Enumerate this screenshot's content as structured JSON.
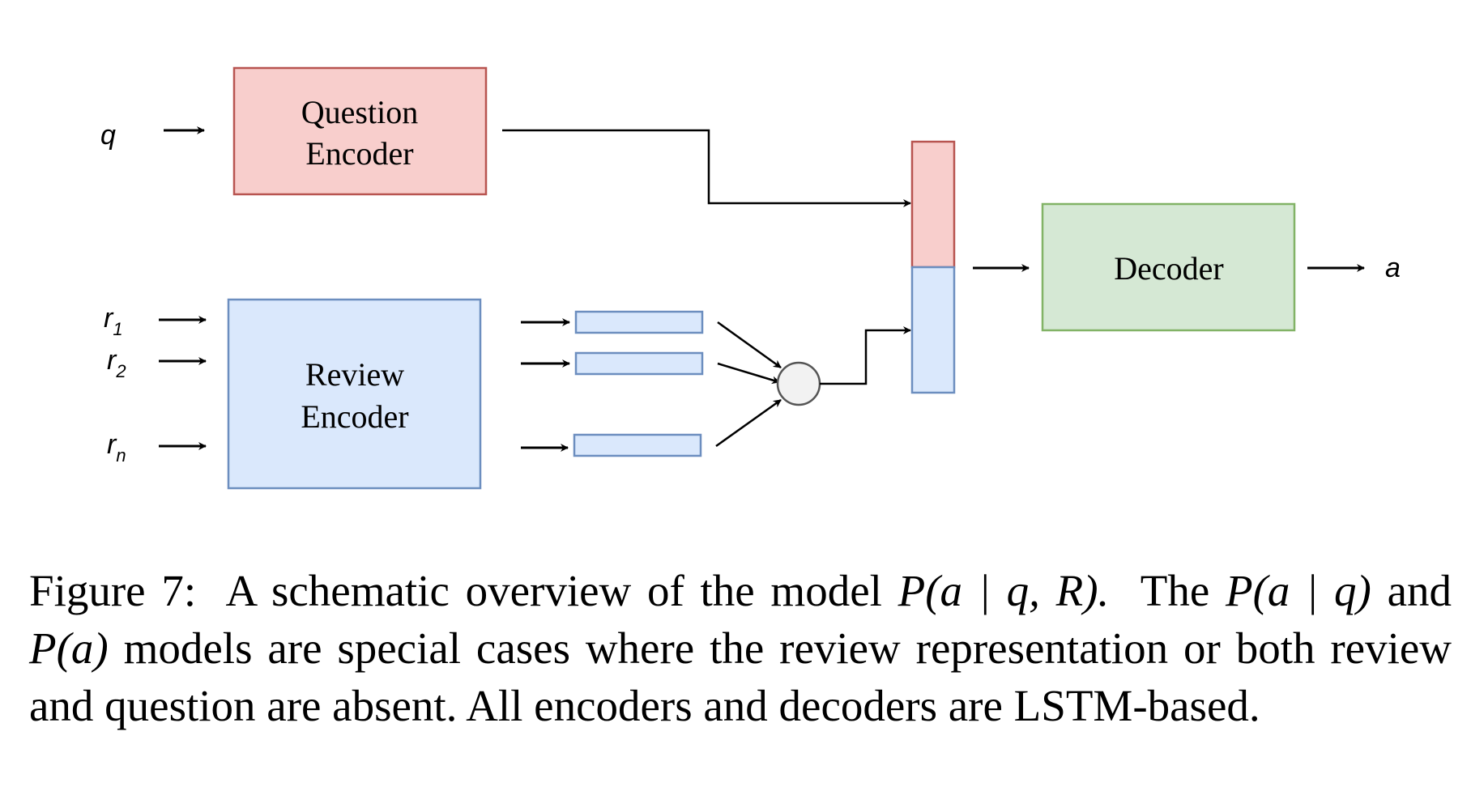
{
  "diagram": {
    "inputs": {
      "q": "q",
      "r1": "r",
      "r1_sub": "1",
      "r2": "r",
      "r2_sub": "2",
      "rn": "r",
      "rn_sub": "n"
    },
    "question_encoder": {
      "line1": "Question",
      "line2": "Encoder"
    },
    "review_encoder": {
      "line1": "Review",
      "line2": "Encoder"
    },
    "decoder": "Decoder",
    "output": "a",
    "colors": {
      "question_fill": "#f8cecc",
      "question_stroke": "#b85450",
      "review_fill": "#dae8fc",
      "review_stroke": "#6c8ebf",
      "decoder_fill": "#d5e8d4",
      "decoder_stroke": "#82b366",
      "pool_fill": "#f2f2f2",
      "pool_stroke": "#555555"
    }
  },
  "caption": {
    "label": "Figure 7:",
    "t1": "A schematic overview of the model",
    "m1": "P(a | q, R).",
    "t2": "The",
    "m2": "P(a | q)",
    "t3": "and",
    "m3": "P(a)",
    "t4": "models are special cases where the review representation or both review and question are absent. All encoders and decoders are LSTM-based."
  }
}
